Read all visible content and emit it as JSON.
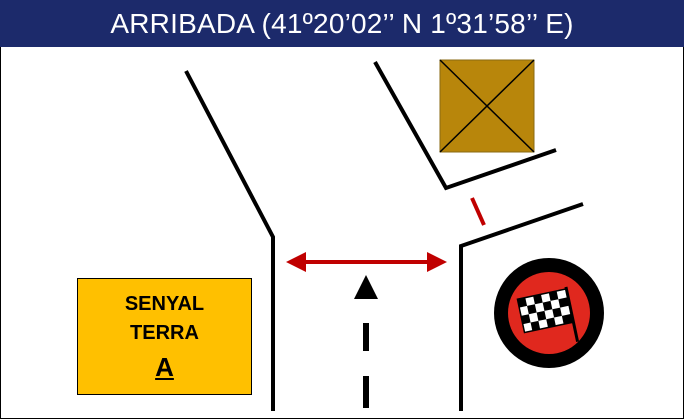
{
  "header": {
    "title": "ARRIBADA (41º20’02’’ N  1º31’58’’ E)"
  },
  "sign": {
    "line1": "SENYAL",
    "line2": "TERRA",
    "letter": "A"
  },
  "colors": {
    "title_bar": "#1c2a6b",
    "sign_fill": "#ffc000",
    "building_fill": "#b8860b",
    "arrow_red": "#c00000",
    "finish_red": "#e0281e"
  },
  "icons": {
    "building": "crossed-box-icon",
    "finish": "checkered-flag-icon",
    "direction": "up-arrow-icon"
  }
}
